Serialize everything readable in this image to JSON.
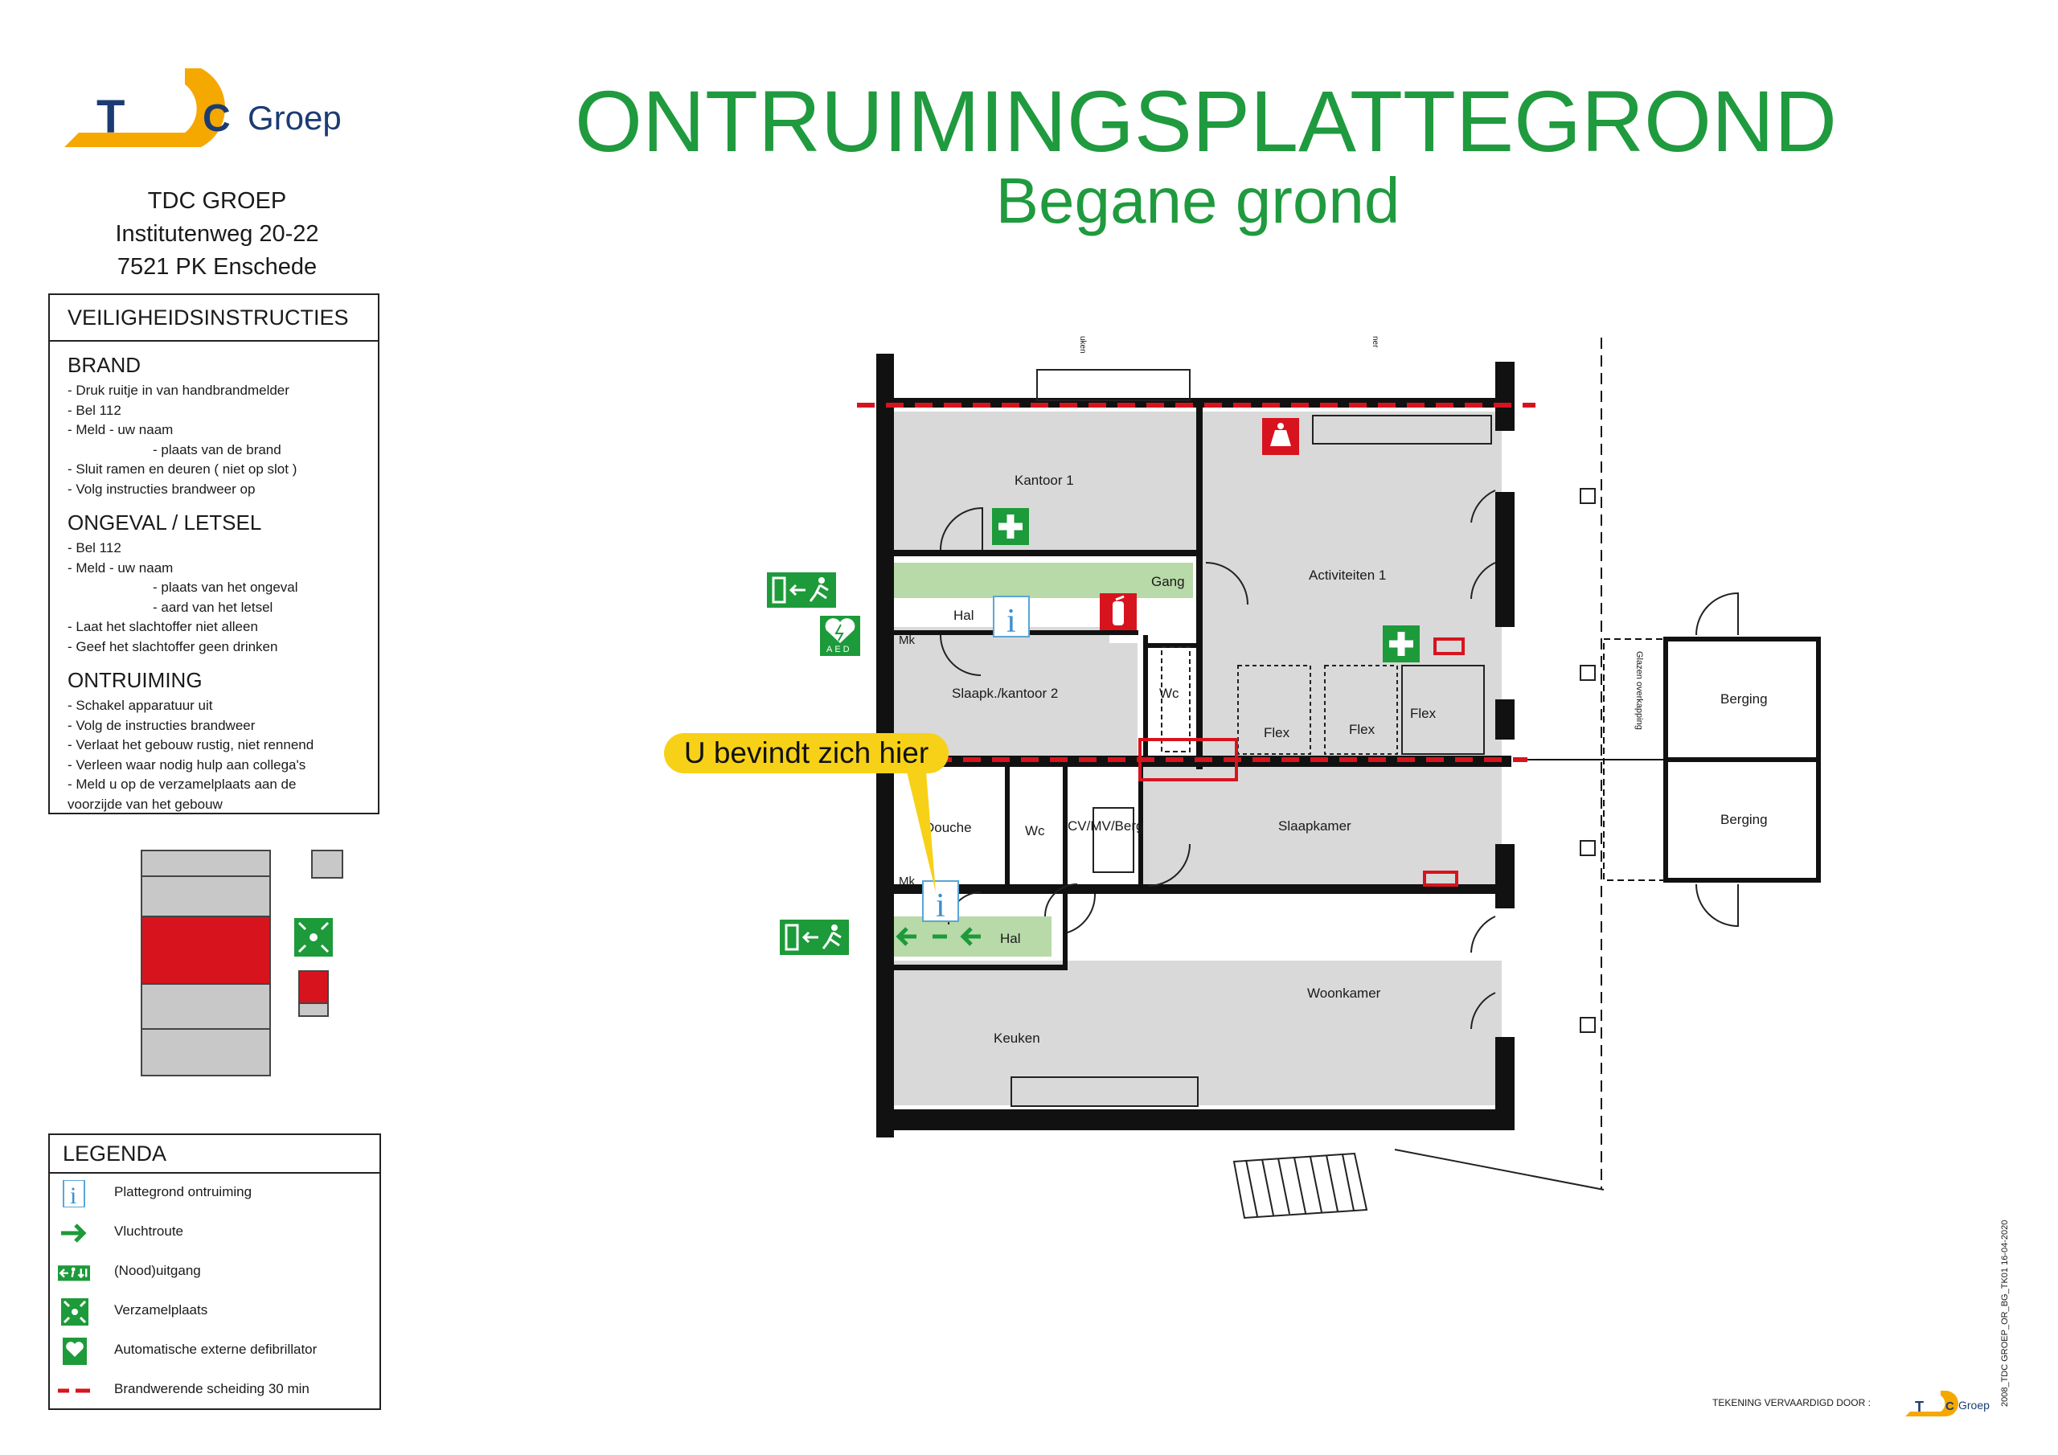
{
  "company": {
    "logo_text": "TDC Groep",
    "name": "TDC GROEP",
    "street": "Institutenweg 20-22",
    "city": "7521 PK Enschede"
  },
  "title": "ONTRUIMINGSPLATTEGROND",
  "subtitle": "Begane grond",
  "safety": {
    "header": "VEILIGHEIDSINSTRUCTIES",
    "sections": [
      {
        "title": "BRAND",
        "lines": [
          "- Druk ruitje in van handbrandmelder",
          "- Bel 112",
          "- Meld   - uw naam",
          "- plaats van de brand",
          "- Sluit ramen en deuren ( niet op slot )",
          "- Volg instructies brandweer op"
        ]
      },
      {
        "title": "ONGEVAL / LETSEL",
        "lines": [
          "- Bel 112",
          "- Meld   - uw naam",
          "- plaats van het ongeval",
          "- aard van het letsel",
          "- Laat het slachtoffer niet alleen",
          "- Geef het slachtoffer geen drinken"
        ]
      },
      {
        "title": "ONTRUIMING",
        "lines": [
          "- Schakel apparatuur uit",
          "- Volg de instructies brandweer",
          "- Verlaat het gebouw rustig, niet rennend",
          "- Verleen waar nodig hulp aan collega's",
          "- Meld u op de verzamelplaats aan de",
          "  voorzijde van het gebouw"
        ]
      }
    ]
  },
  "legend": {
    "header": "LEGENDA",
    "items": [
      {
        "icon": "info-icon",
        "label": "Plattegrond ontruiming"
      },
      {
        "icon": "arrow-right-icon",
        "label": "Vluchtroute"
      },
      {
        "icon": "emergency-exit-icon",
        "label": "(Nood)uitgang"
      },
      {
        "icon": "assembly-point-icon",
        "label": "Verzamelplaats"
      },
      {
        "icon": "aed-icon",
        "label": "Automatische externe defibrillator"
      },
      {
        "icon": "fire-separation-icon",
        "label": "Brandwerende scheiding 30 min"
      }
    ]
  },
  "rooms": {
    "kantoor1": "Kantoor 1",
    "gang": "Gang",
    "activiteiten1": "Activiteiten 1",
    "hal1": "Hal",
    "mk1": "Mk",
    "slaapk": "Slaapk./kantoor 2",
    "wc1": "Wc",
    "flex1": "Flex",
    "flex2": "Flex",
    "flex3": "Flex",
    "douche": "Douche",
    "wc2": "Wc",
    "cv": "CV/MV/Berg",
    "slaapkamer": "Slaapkamer",
    "mk2": "Mk",
    "hal2": "Hal",
    "woonkamer": "Woonkamer",
    "keuken": "Keuken",
    "berging1": "Berging",
    "berging2": "Berging",
    "glazen": "Glazen overkapping",
    "uken": "uken",
    "ner": "ner"
  },
  "you_are_here": "U bevindt zich hier",
  "aed_label": "AED",
  "footer": {
    "drawn_by": "TEKENING VERVAARDIGD DOOR :",
    "logo_text": "TDC Groep",
    "code": "2008_TDC GROEP_OR_BG_TK01 16-04-2020"
  },
  "colors": {
    "title_green": "#1f9a3e",
    "sign_green": "#1d9a3a",
    "fire_red": "#d7141e",
    "route_green": "#b8d9a8",
    "room_grey": "#d9d9d9",
    "bubble_yellow": "#f7d117",
    "logo_navy": "#1b3c73",
    "logo_orange": "#f5a800"
  }
}
